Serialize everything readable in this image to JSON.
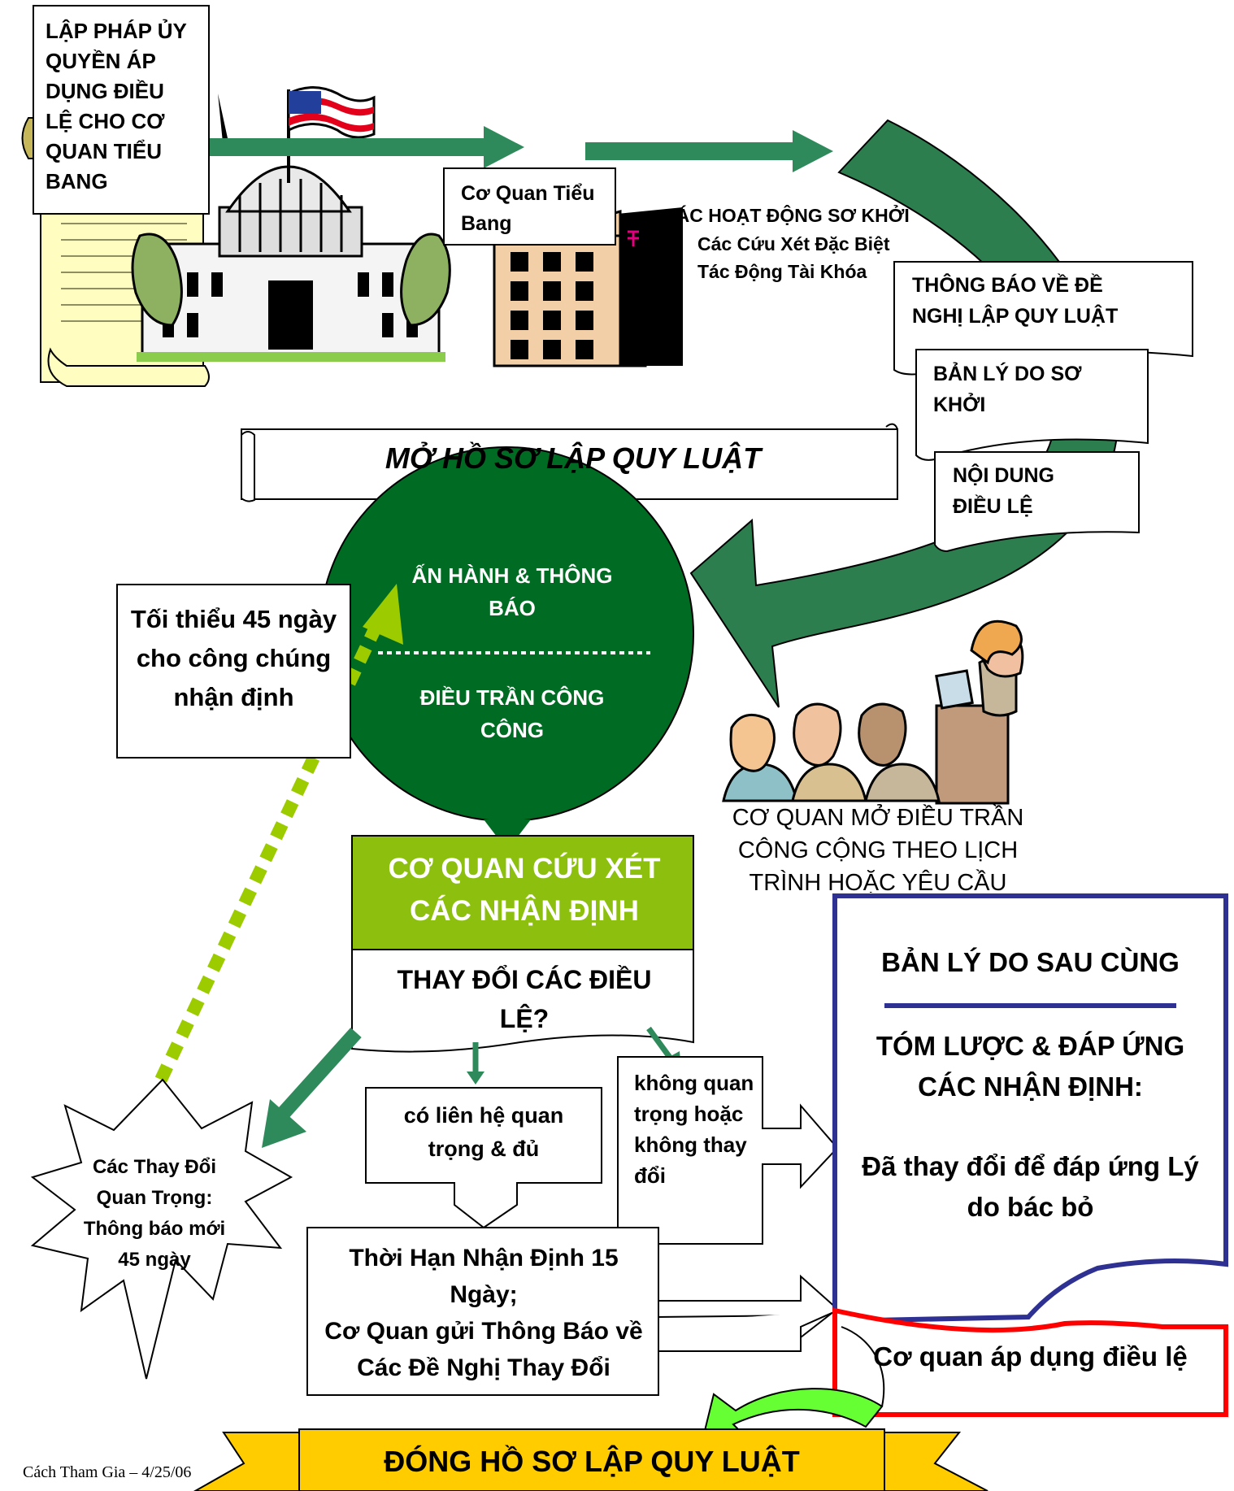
{
  "legislature_box": "LẬP PHÁP ỦY QUYỀN ÁP DỤNG ĐIỀU LỆ CHO CƠ QUAN TIỂU BANG",
  "state_agency_box": "Cơ Quan Tiểu Bang",
  "preliminary": {
    "title": "CÁC HOẠT ĐỘNG SƠ KHỞI",
    "line1": "Các Cứu Xét Đặc Biệt",
    "line2": "Tác Động Tài Khóa"
  },
  "notice_doc": "THÔNG BÁO VỀ ĐỀ NGHỊ LẬP QUY LUẬT",
  "prelim_rationale_doc": "BẢN LÝ DO SƠ KHỞI",
  "rule_content_doc": "NỘI DUNG ĐIỀU LỆ",
  "open_banner": "MỞ HỒ SƠ LẬP QUY LUẬT",
  "circle": {
    "top": "ẤN HÀNH & THÔNG BÁO",
    "bottom": "ĐIỀU TRẦN CÔNG CÔNG"
  },
  "comment_period": "Tối thiểu 45 ngày cho công chúng nhận định",
  "hearing_caption": "CƠ QUAN MỞ ĐIỀU TRẦN CÔNG CỘNG THEO LỊCH TRÌNH HOẶC YÊU CẦU",
  "review": {
    "header": "CƠ QUAN CỨU XÉT CÁC NHẬN ĐỊNH",
    "question": "THAY ĐỔI CÁC ĐIỀU LỆ?"
  },
  "substantial_star": "Các Thay Đổi Quan Trọng: Thông báo mới 45 ngày",
  "related_box": "có liên hệ quan trọng & đủ",
  "minor_box": "không quan trọng hoặc không thay đổi",
  "fifteen_day_box": {
    "line1": "Thời Hạn Nhận Định 15 Ngày;",
    "line2": "Cơ Quan gửi Thông Báo về Các Đề Nghị Thay Đổi"
  },
  "final_doc": {
    "title": "BẢN LÝ DO SAU CÙNG",
    "summary": "TÓM LƯỢC & ĐÁP ỨNG CÁC NHẬN ĐỊNH:",
    "changed": "Đã thay đổi để đáp ứng Lý do bác bỏ"
  },
  "adopt_box": "Cơ quan áp dụng điều lệ",
  "close_banner": "ĐÓNG HỒ SƠ LẬP QUY LUẬT",
  "footer": "Cách Tham Gia – 4/25/06",
  "colors": {
    "dark_green": "#006b22",
    "teal_green": "#2e8a5a",
    "lime": "#8cbf0e",
    "light_lime": "#9ccc00",
    "navy": "#2e3192",
    "red": "#ff0000",
    "gold": "#ffcc00"
  }
}
